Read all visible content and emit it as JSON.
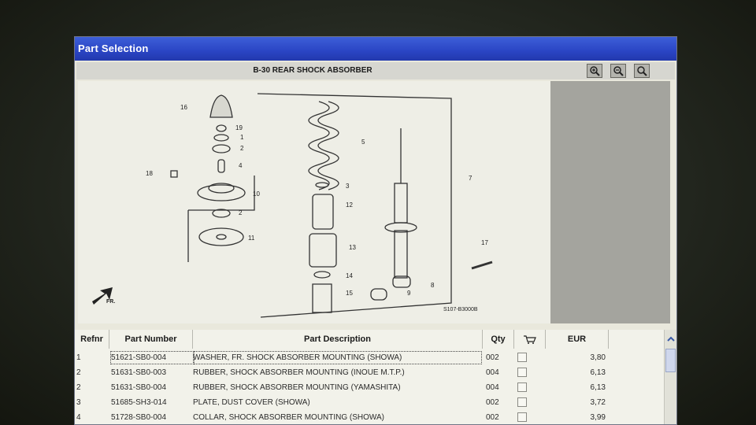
{
  "window": {
    "title": "Part Selection"
  },
  "diagram": {
    "title": "B-30 REAR SHOCK ABSORBER",
    "code": "S107-B3000B",
    "direction_label": "FR.",
    "callouts": [
      "16",
      "19",
      "1",
      "2",
      "4",
      "18",
      "10",
      "2",
      "11",
      "5",
      "3",
      "12",
      "13",
      "14",
      "15",
      "7",
      "17",
      "8",
      "9"
    ]
  },
  "zoom_buttons": [
    "zoom-in-icon",
    "zoom-out-icon",
    "zoom-fit-icon"
  ],
  "table": {
    "headers": {
      "refnr": "Refnr",
      "part_number": "Part Number",
      "description": "Part Description",
      "qty": "Qty",
      "eur": "EUR"
    },
    "rows": [
      {
        "refnr": "1",
        "part_number": "51621-SB0-004",
        "description": "WASHER, FR. SHOCK ABSORBER MOUNTING (SHOWA)",
        "qty": "002",
        "eur": "3,80"
      },
      {
        "refnr": "2",
        "part_number": "51631-SB0-003",
        "description": "RUBBER, SHOCK ABSORBER MOUNTING (INOUE M.T.P.)",
        "qty": "004",
        "eur": "6,13"
      },
      {
        "refnr": "2",
        "part_number": "51631-SB0-004",
        "description": "RUBBER, SHOCK ABSORBER MOUNTING (YAMASHITA)",
        "qty": "004",
        "eur": "6,13"
      },
      {
        "refnr": "3",
        "part_number": "51685-SH3-014",
        "description": "PLATE, DUST COVER (SHOWA)",
        "qty": "002",
        "eur": "3,72"
      },
      {
        "refnr": "4",
        "part_number": "51728-SB0-004",
        "description": "COLLAR, SHOCK ABSORBER MOUNTING (SHOWA)",
        "qty": "002",
        "eur": "3,99"
      }
    ]
  }
}
